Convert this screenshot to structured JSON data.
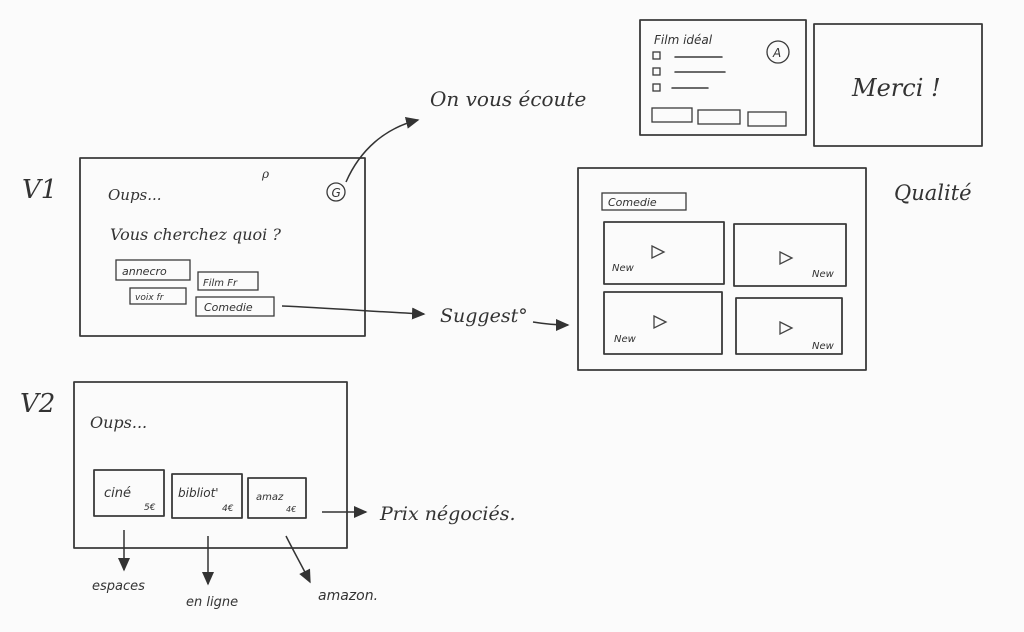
{
  "v1": {
    "label": "V1",
    "title": "Oups...",
    "question": "Vous cherchez quoi ?",
    "chips": [
      "annecro",
      "Film Fr",
      "voix fr",
      "Comedie"
    ],
    "badge": "G",
    "pencil_mark": "ρ"
  },
  "feedback": {
    "arrow_label": "On vous écoute",
    "form_title": "Film idéal",
    "avatar": "A",
    "thanks": "Merci !"
  },
  "suggestions": {
    "arrow_label": "Suggest°",
    "filter_chip": "Comedie",
    "quality_label": "Qualité",
    "cards": [
      {
        "label": "New"
      },
      {
        "label": "New"
      },
      {
        "label": "New"
      },
      {
        "label": "New"
      }
    ]
  },
  "v2": {
    "label": "V2",
    "title": "Oups...",
    "options": [
      {
        "main": "ciné",
        "sub": "5€"
      },
      {
        "main": "bibliot'",
        "sub": "4€"
      },
      {
        "main": "amaz",
        "sub": "4€"
      }
    ],
    "price_label": "Prix négociés.",
    "below_labels": [
      "espaces",
      "en ligne",
      "amazon."
    ]
  }
}
